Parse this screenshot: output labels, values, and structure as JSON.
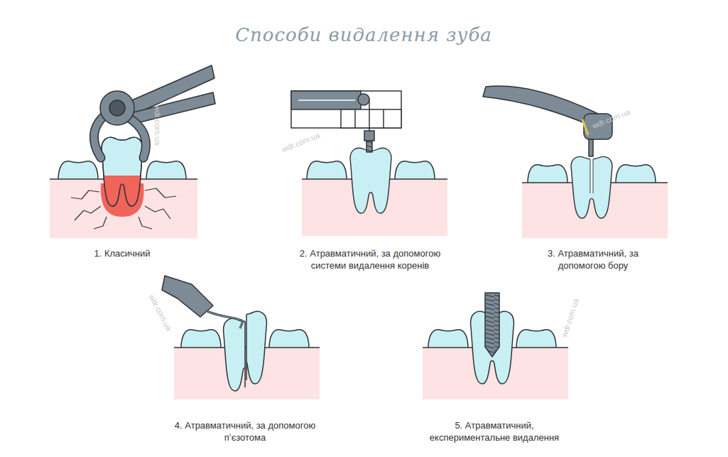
{
  "diagram": {
    "title": "Способи видалення зуба",
    "labels": [
      "1. Класичний",
      "2. Атравматичний, за допомогою системи видалення коренів",
      "3. Атравматичний, за допомогою бору",
      "4. Атравматичний, за допомогою п’єзотома",
      "5. Атравматичний, експериментальне видалення",
      "wdr.com.ua",
      "wdr.com.ua",
      "wdr.com.ua",
      "wdr.com.ua",
      "wdr.com.ua"
    ]
  }
}
